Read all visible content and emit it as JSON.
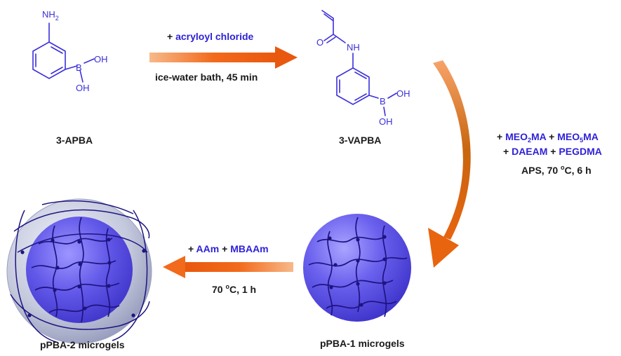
{
  "compounds": {
    "apba": "3-APBA",
    "vapba": "3-VAPBA",
    "pbd1": "pPBA-1 microgels",
    "pbd2": "pPBA-2 microgels"
  },
  "atoms": {
    "nh2_n": "NH",
    "nh2_sub": "2",
    "b": "B",
    "oh": "OH",
    "o": "O",
    "nh": "NH"
  },
  "step1": {
    "prefix": "+ ",
    "reagent": "acryloyl chloride",
    "conditions": "ice-water bath, 45 min"
  },
  "step2": {
    "plus1": "+ ",
    "m1a": "MEO",
    "m1sub": "2",
    "m1b": "MA",
    "plus2": " + ",
    "m2a": "MEO",
    "m2sub": "5",
    "m2b": "MA",
    "plus3": "+ ",
    "m3": "DAEAM",
    "plus4": " + ",
    "m4": "PEGDMA",
    "cond_a": "APS, 70 ",
    "cond_sup": "o",
    "cond_b": "C, 6 h"
  },
  "step3": {
    "plus1": "+ ",
    "r1": "AAm",
    "plus2": " + ",
    "r2": "MBAAm",
    "cond_a": "70 ",
    "cond_sup": "o",
    "cond_b": "C, 1 h"
  },
  "colors": {
    "arrow": "#f26a1b",
    "reagent_blue": "#2f22d6",
    "structure_blue": "#3b2fd9",
    "sphere": "#5b50e6"
  }
}
